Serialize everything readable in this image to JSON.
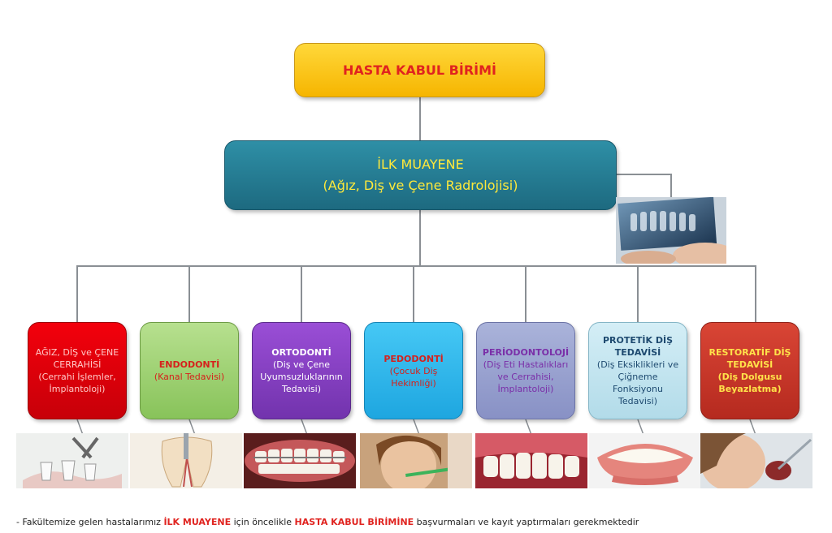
{
  "top_box": {
    "label": "HASTA KABUL BİRİMİ"
  },
  "exam_box": {
    "line1": "İLK MUAYENE",
    "line2": "(Ağız, Diş ve Çene Radrolojisi)"
  },
  "departments": [
    {
      "title": "AĞIZ, DİŞ ve ÇENE CERRAHİSİ",
      "detail": "(Cerrahi İşlemler, İmplantoloji)",
      "photo_icon": "tooth-extraction-illustration"
    },
    {
      "title": "ENDODONTİ",
      "detail": "(Kanal Tedavisi)",
      "photo_icon": "root-canal-illustration"
    },
    {
      "title": "ORTODONTİ",
      "detail": "(Diş ve Çene Uyumsuzluklarının Tedavisi)",
      "photo_icon": "braces-photo"
    },
    {
      "title": "PEDODONTİ",
      "detail": "(Çocuk Diş Hekimliği)",
      "photo_icon": "child-brushing-photo"
    },
    {
      "title": "PERİODONTOLOJİ",
      "detail": "(Diş Eti Hastalıkları ve Cerrahisi, İmplantoloji)",
      "photo_icon": "gums-photo"
    },
    {
      "title": "PROTETİK DİŞ TEDAVİSİ",
      "detail": "(Diş Eksiklikleri ve Çiğneme Fonksiyonu Tedavisi)",
      "photo_icon": "denture-photo"
    },
    {
      "title": "RESTORATİF DİŞ TEDAVİSİ",
      "detail": "(Diş Dolgusu Beyazlatma)",
      "photo_icon": "dental-exam-photo"
    }
  ],
  "xray_icon": "dental-xray-photo",
  "footer": {
    "prefix": "- Fakültemize gelen hastalarımız ",
    "highlight1": "İLK MUAYENE",
    "middle": " için öncelikle ",
    "highlight2": "HASTA KABUL BİRİMİNE",
    "suffix": " başvurmaları ve kayıt yaptırmaları gerekmektedir"
  }
}
